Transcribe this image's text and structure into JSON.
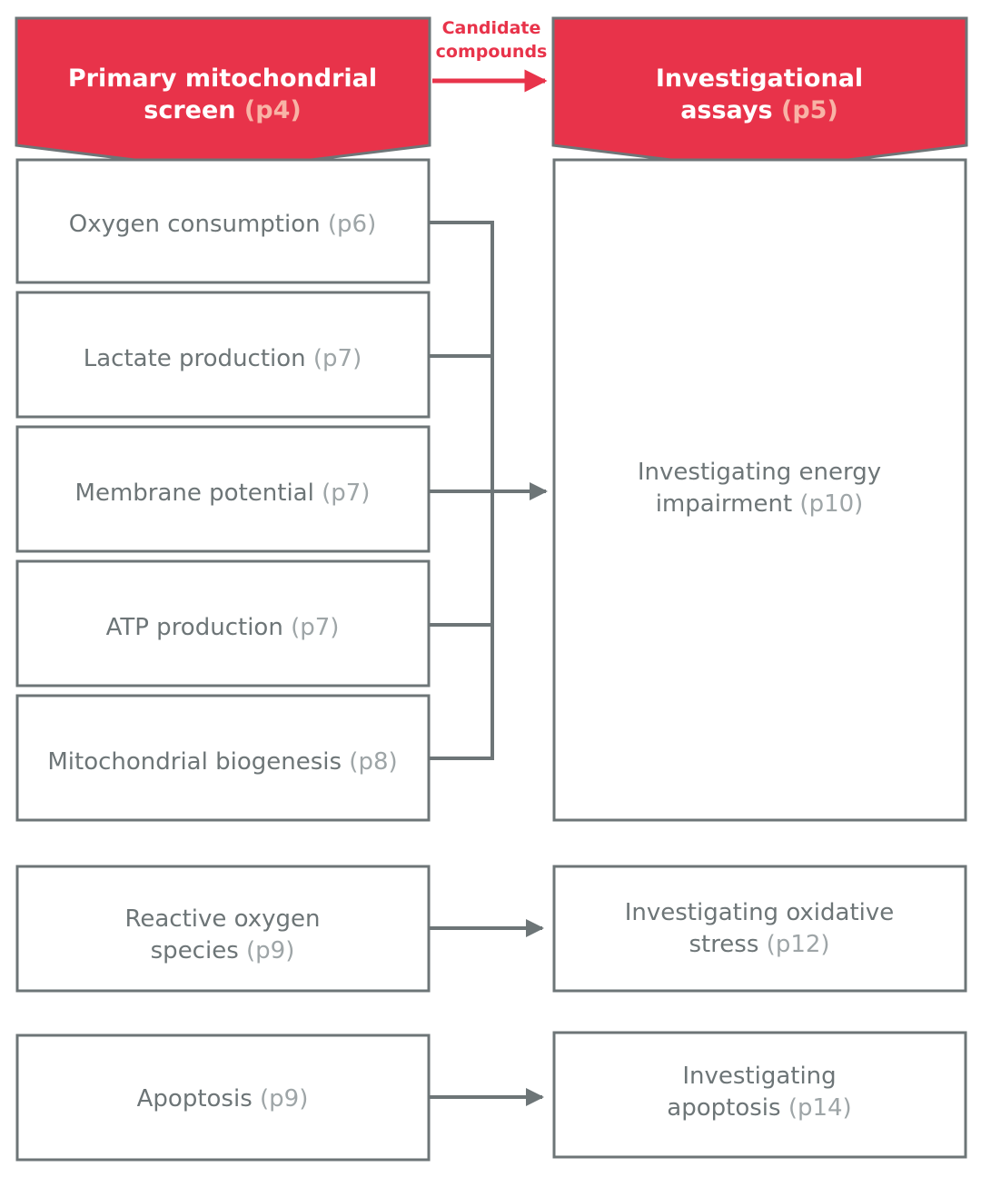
{
  "colors": {
    "accent": "#e8334a",
    "border": "#6d7577",
    "text": "#6d7577",
    "page_ref": "#9ea5a7",
    "header_page_ref": "#f8b3a6"
  },
  "headers": {
    "primary": {
      "line1": "Primary mitochondrial",
      "line2": "screen",
      "page": "(p4)"
    },
    "investigational": {
      "line1": "Investigational",
      "line2": "assays",
      "page": "(p5)"
    }
  },
  "connector": {
    "line1": "Candidate",
    "line2": "compounds"
  },
  "screen_assays": [
    {
      "label": "Oxygen consumption",
      "page": "(p6)"
    },
    {
      "label": "Lactate production",
      "page": "(p7)"
    },
    {
      "label": "Membrane potential",
      "page": "(p7)"
    },
    {
      "label": "ATP production",
      "page": "(p7)"
    },
    {
      "label": "Mitochondrial biogenesis",
      "page": "(p8)"
    }
  ],
  "energy": {
    "line1": "Investigating energy",
    "line2": "impairment",
    "page": "(p10)"
  },
  "ros": {
    "left": {
      "line1": "Reactive oxygen",
      "line2": "species",
      "page": "(p9)"
    },
    "right": {
      "line1": "Investigating oxidative",
      "line2": "stress",
      "page": "(p12)"
    }
  },
  "apoptosis": {
    "left": {
      "label": "Apoptosis",
      "page": "(p9)"
    },
    "right": {
      "line1": "Investigating",
      "line2": "apoptosis",
      "page": "(p14)"
    }
  }
}
